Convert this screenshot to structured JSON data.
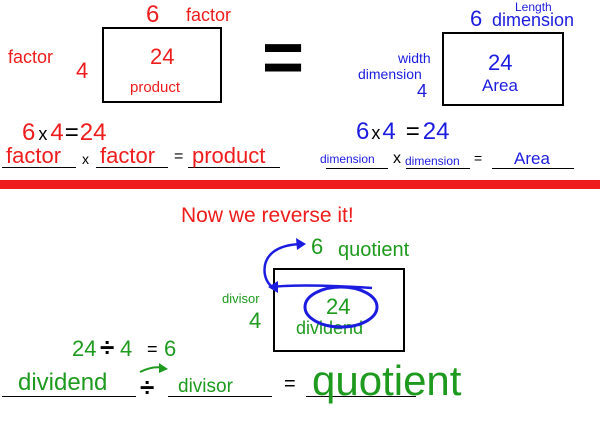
{
  "colors": {
    "red": "#ee1c1c",
    "blue": "#1c1ce0",
    "green": "#1e9a1e",
    "black": "#000000"
  },
  "left_box": {
    "top_factor_num": "6",
    "top_factor_word": "factor",
    "side_factor_word": "factor",
    "side_factor_num": "4",
    "inner_num": "24",
    "inner_word": "product"
  },
  "equals_sign": "=",
  "right_box": {
    "length_word": "Length",
    "top_num": "6",
    "top_word": "dimension",
    "width_word": "width",
    "dimension_word": "dimension",
    "side_num": "4",
    "inner_num": "24",
    "inner_word": "Area"
  },
  "left_equation": {
    "a": "6",
    "times": "x",
    "b": "4",
    "eq": "=",
    "c": "24",
    "word_a": "factor",
    "word_times": "x",
    "word_b": "factor",
    "word_eq": "=",
    "word_c": "product"
  },
  "right_equation": {
    "a": "6",
    "times": "x",
    "b": "4",
    "eq": "=",
    "c": "24",
    "word_a": "dimension",
    "word_times": "x",
    "word_b": "dimension",
    "word_eq": "=",
    "word_c": "Area"
  },
  "reverse_title": "Now we reverse it!",
  "division_box": {
    "quotient_num": "6",
    "quotient_word": "quotient",
    "divisor_word": "divisor",
    "divisor_num": "4",
    "dividend_num": "24",
    "dividend_word": "dividend"
  },
  "division_equation": {
    "a": "24",
    "div": "÷",
    "b": "4",
    "eq": "=",
    "c": "6"
  },
  "division_words": {
    "dividend": "dividend",
    "div": "÷",
    "divisor": "divisor",
    "eq": "=",
    "quotient": "quotient"
  }
}
